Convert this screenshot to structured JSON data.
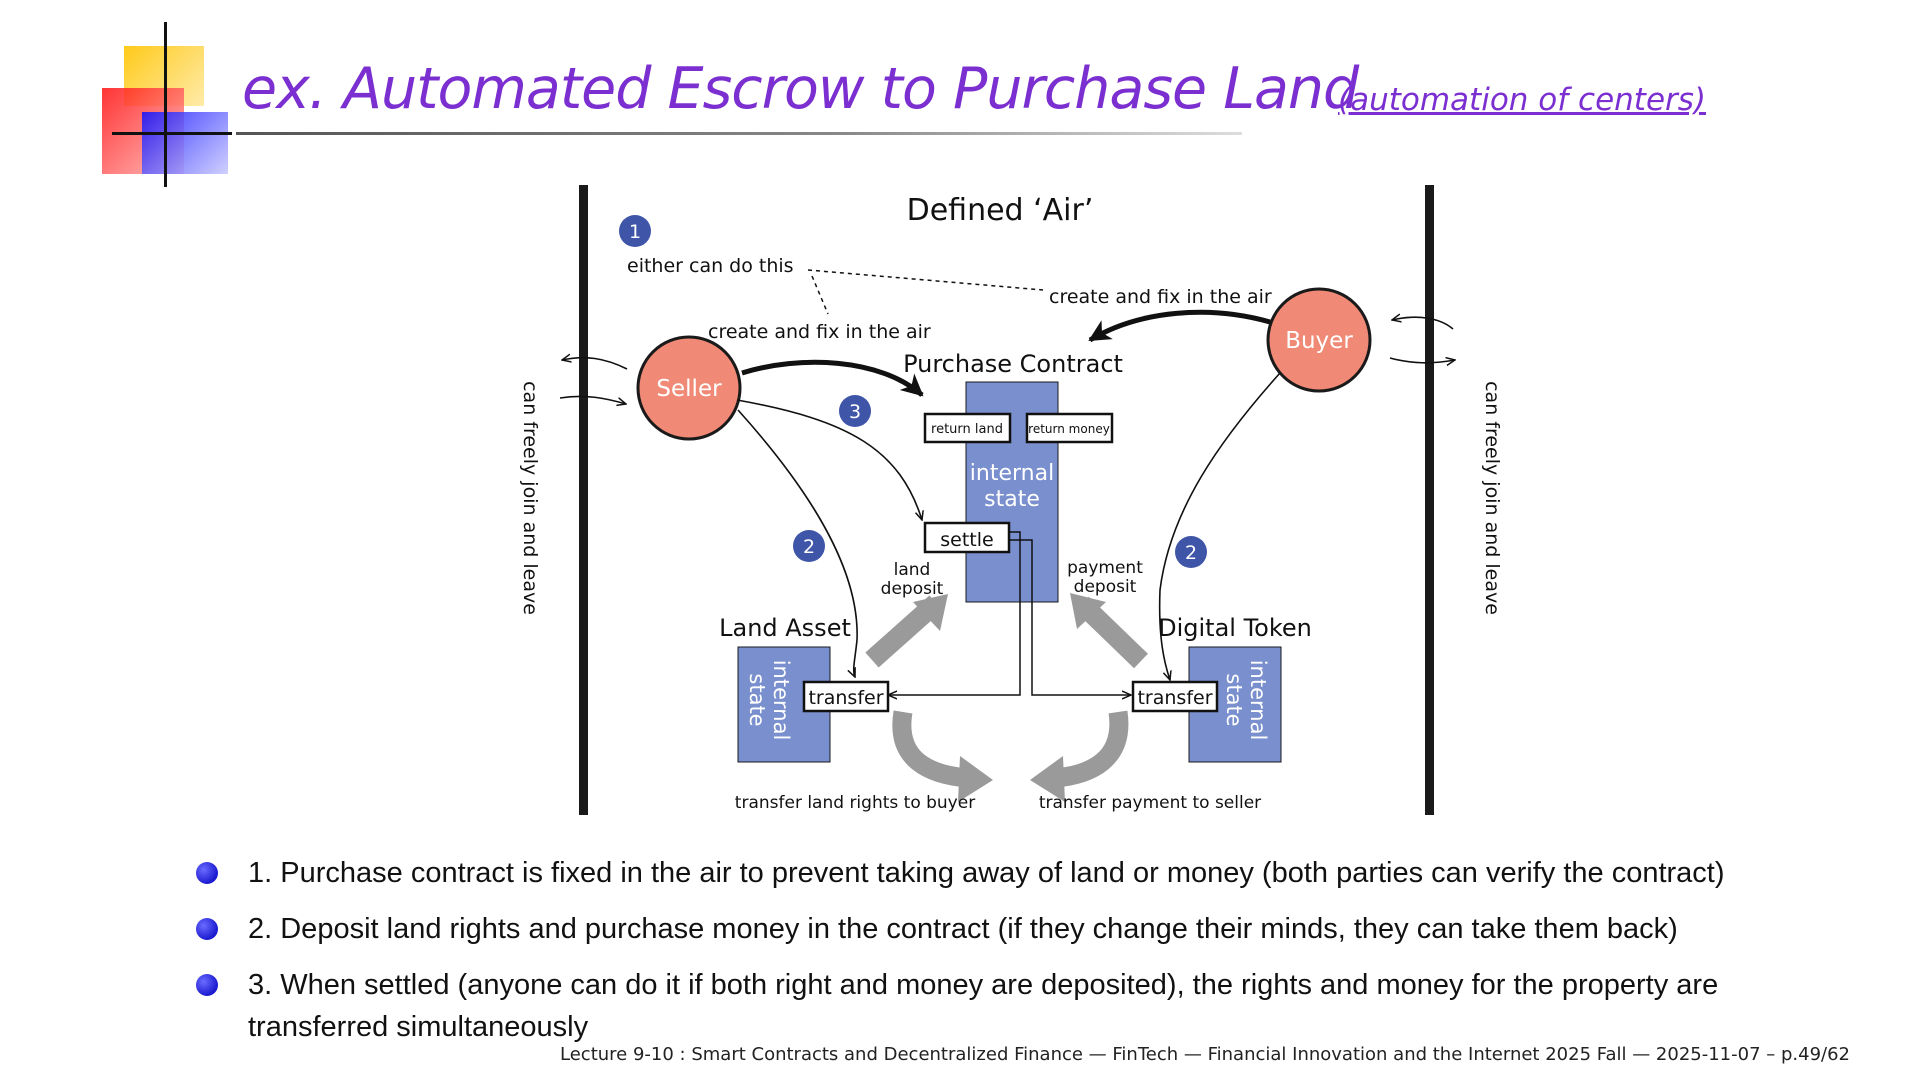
{
  "slide": {
    "title": "ex. Automated Escrow to Purchase Land",
    "subtitle": "(automation of centers)"
  },
  "diagram": {
    "header": "Defined ‘Air’",
    "step1_badge": "1",
    "step1_note": "either can do this",
    "seller_create_label": "create and fix in the air",
    "buyer_create_label": "create and fix in the air",
    "seller": "Seller",
    "buyer": "Buyer",
    "purchase_contract": "Purchase Contract",
    "return_land": "return land",
    "return_money": "return money",
    "contract_state": [
      "internal",
      "state"
    ],
    "settle": "settle",
    "step3_badge": "3",
    "step2_badge_left": "2",
    "step2_badge_right": "2",
    "land_deposit": [
      "land",
      "deposit"
    ],
    "payment_deposit": [
      "payment",
      "deposit"
    ],
    "land_asset": "Land Asset",
    "digital_token": "Digital Token",
    "asset_state": [
      "internal",
      "state"
    ],
    "token_state": [
      "internal",
      "state"
    ],
    "transfer_left": "transfer",
    "transfer_right": "transfer",
    "transfer_land_caption": "transfer land rights to buyer",
    "transfer_payment_caption": "transfer payment to seller",
    "left_side_note": "can freely join and leave",
    "right_side_note": "can freely join and leave"
  },
  "bullets": [
    "1. Purchase contract is fixed in the air to prevent taking away of land or money (both parties can verify the contract)",
    "2. Deposit land rights and purchase money in the contract (if they change their minds, they can take them back)",
    "3. When settled (anyone can do it if both right and money are deposited), the rights and money for the property are transferred simultaneously"
  ],
  "footer": "Lecture 9-10 : Smart Contracts and Decentralized Finance — FinTech — Financial Innovation and the Internet 2025 Fall — 2025-11-07 – p.49/62",
  "colors": {
    "title": "#7b2fd0",
    "party_circle": "#f08a76",
    "contract_block": "#7a8fce",
    "badge": "#3f55a8",
    "gray_arrow": "#9a9a9a"
  }
}
